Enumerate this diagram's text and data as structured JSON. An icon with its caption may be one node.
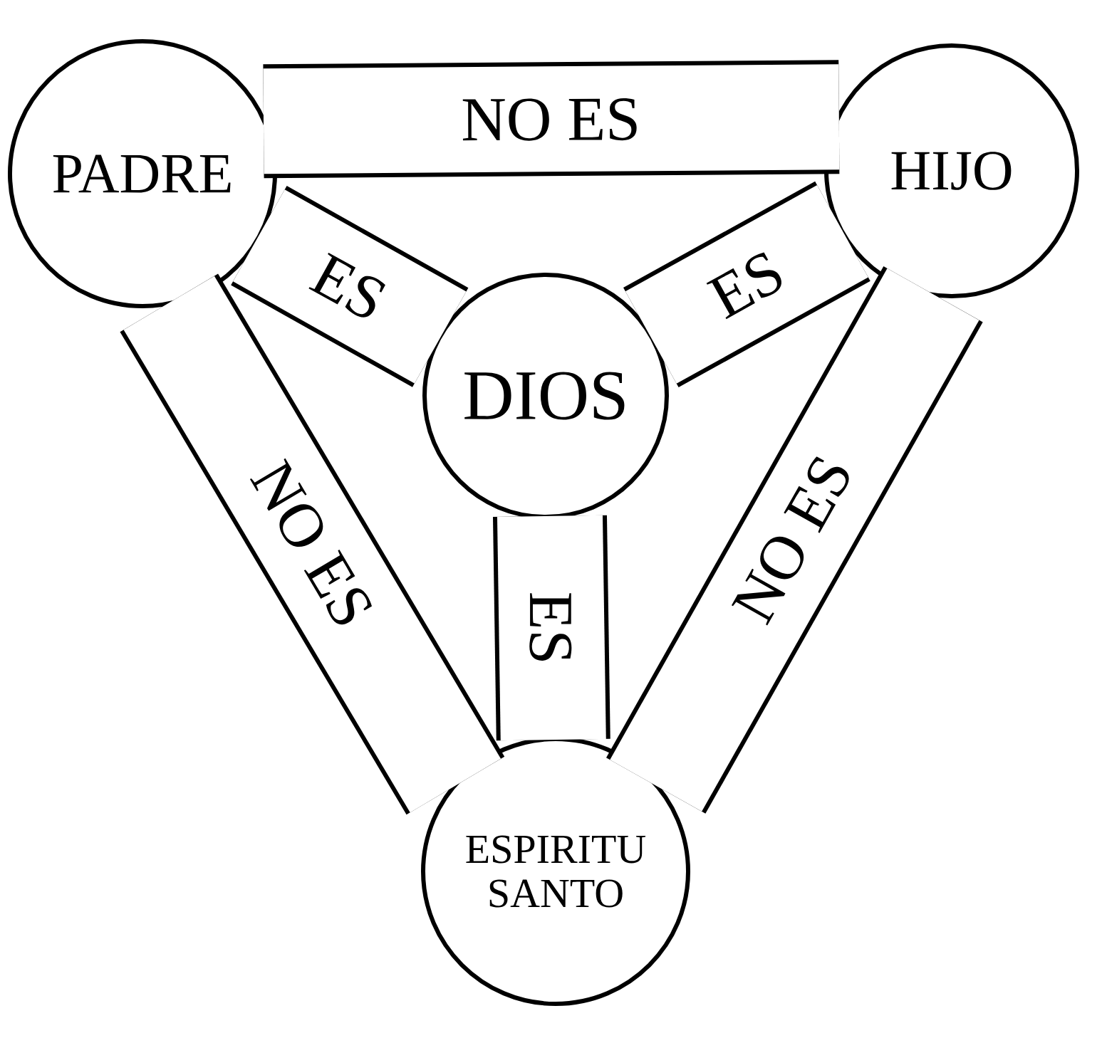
{
  "diagram": {
    "nodes": [
      {
        "text": [
          "PADRE"
        ]
      },
      {
        "text": [
          "HIJO"
        ]
      },
      {
        "text": [
          "DIOS"
        ]
      },
      {
        "text": [
          "ESPIRITU SANTO"
        ]
      }
    ],
    "edges": [
      {
        "from": 0,
        "to": 1,
        "arrow": "none",
        "label": "NO ES"
      },
      {
        "from": 0,
        "to": 2,
        "arrow": "none",
        "label": "ES"
      },
      {
        "from": 1,
        "to": 2,
        "arrow": "none",
        "label": "ES"
      },
      {
        "from": 0,
        "to": 3,
        "arrow": "none",
        "label": "NO ES"
      },
      {
        "from": 2,
        "to": 3,
        "arrow": "none",
        "label": "ES"
      },
      {
        "from": 1,
        "to": 3,
        "arrow": "none",
        "label": "NO ES"
      }
    ]
  }
}
